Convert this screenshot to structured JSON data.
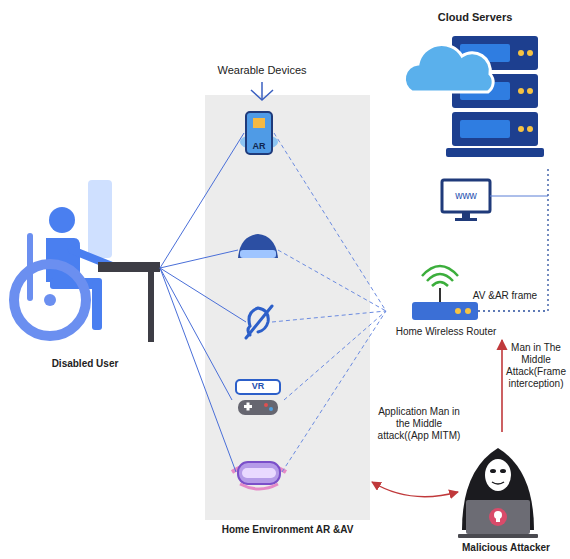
{
  "diagram": {
    "nodes": [
      {
        "text": [
          "Cloud Servers"
        ]
      },
      {
        "text": [
          "www"
        ]
      },
      {
        "text": [
          "Home Environment AR &AV"
        ]
      },
      {
        "text": [
          "AR"
        ],
        "in": 2
      },
      {
        "text": [
          "VR"
        ],
        "in": 2
      },
      {
        "text": [
          "Disabled User"
        ]
      },
      {
        "text": [
          "Home Wireless Router"
        ]
      },
      {
        "text": [
          "Malicious Attacker"
        ]
      }
    ],
    "edges": [
      {
        "from": 5,
        "to": 3,
        "arrow": "none"
      },
      {
        "from": 5,
        "to": 4,
        "arrow": "none"
      },
      {
        "from": 3,
        "to": 6,
        "arrow": "none"
      },
      {
        "from": 4,
        "to": 6,
        "arrow": "none"
      },
      {
        "from": 6,
        "to": 0,
        "label": "AV &AR frame",
        "arrow": "none"
      },
      {
        "from": 7,
        "to": 6,
        "label": "Man in The Middle Attack(Frame interception)",
        "arrow": "to"
      },
      {
        "from": 2,
        "to": 7,
        "label": "Application Man in the Middle attack((App MITM)",
        "arrow": "both"
      }
    ],
    "labels": [
      "Wearable Devices"
    ]
  }
}
